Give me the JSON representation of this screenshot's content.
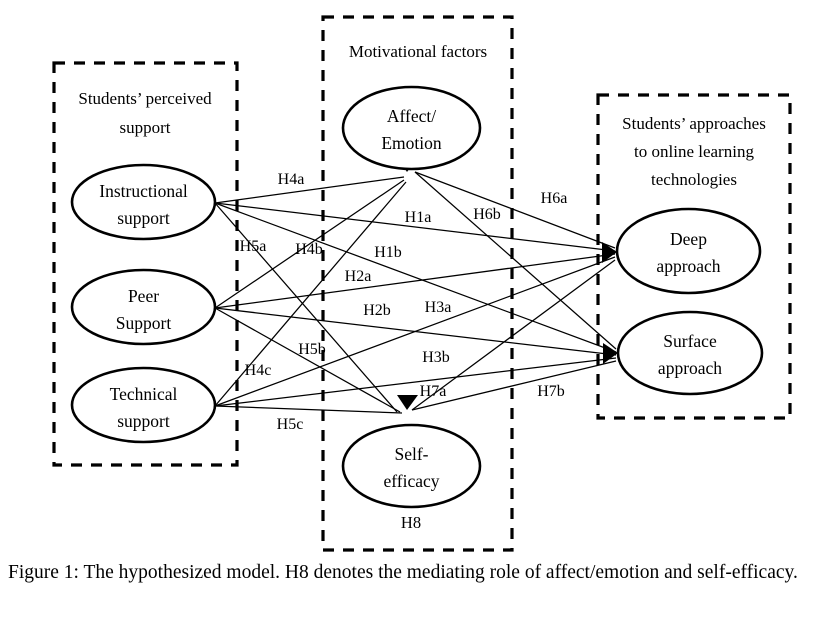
{
  "figure": {
    "caption": "Figure 1: The hypothesized model. H8 denotes the mediating role of affect/emotion and self-efficacy.",
    "colors": {
      "background": "#ffffff",
      "stroke": "#000000",
      "node_fill": "#ffffff"
    }
  },
  "groups": {
    "perceived_support": {
      "title_line1": "Students’ perceived",
      "title_line2": "support"
    },
    "motivational": {
      "title_line1": "Motivational factors",
      "title_line2": ""
    },
    "approaches": {
      "title_line1": "Students’ approaches",
      "title_line2": "to online learning",
      "title_line3": "technologies"
    }
  },
  "nodes": {
    "instructional_support": {
      "line1": "Instructional",
      "line2": "support"
    },
    "peer_support": {
      "line1": "Peer",
      "line2": "Support"
    },
    "technical_support": {
      "line1": "Technical",
      "line2": "support"
    },
    "affect_emotion": {
      "line1": "Affect/",
      "line2": "Emotion"
    },
    "self_efficacy": {
      "line1": "Self-",
      "line2": "efficacy"
    },
    "deep_approach": {
      "line1": "Deep",
      "line2": "approach"
    },
    "surface_approach": {
      "line1": "Surface",
      "line2": "approach"
    }
  },
  "edge_labels": {
    "h4a": "H4a",
    "h4b": "H4b",
    "h4c": "H4c",
    "h5a": "H5a",
    "h5b": "H5b",
    "h5c": "H5c",
    "h1a": "H1a",
    "h1b": "H1b",
    "h2a": "H2a",
    "h2b": "H2b",
    "h3a": "H3a",
    "h3b": "H3b",
    "h6a": "H6a",
    "h6b": "H6b",
    "h7a": "H7a",
    "h7b": "H7b"
  },
  "mediation": {
    "h8": "H8"
  }
}
